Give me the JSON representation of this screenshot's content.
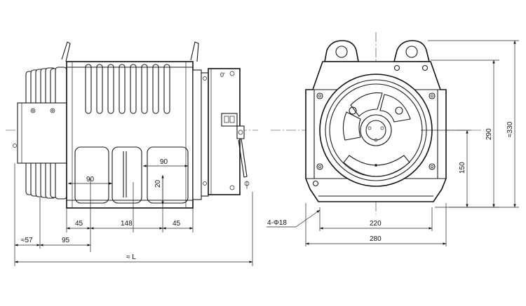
{
  "drawing": {
    "side_view": {
      "dim_approx_57": "≈57",
      "dim_95": "95",
      "dim_45_left": "45",
      "dim_148": "148",
      "dim_45_right": "45",
      "dim_90_left": "90",
      "dim_90_right": "90",
      "dim_20": "20",
      "dim_L": "≈ L",
      "nameplate_mark": "0'"
    },
    "front_view": {
      "dim_220": "220",
      "dim_280": "280",
      "dim_150": "150",
      "dim_290": "290",
      "dim_approx_330": "≈330",
      "hole_callout": "4-Φ18"
    }
  }
}
